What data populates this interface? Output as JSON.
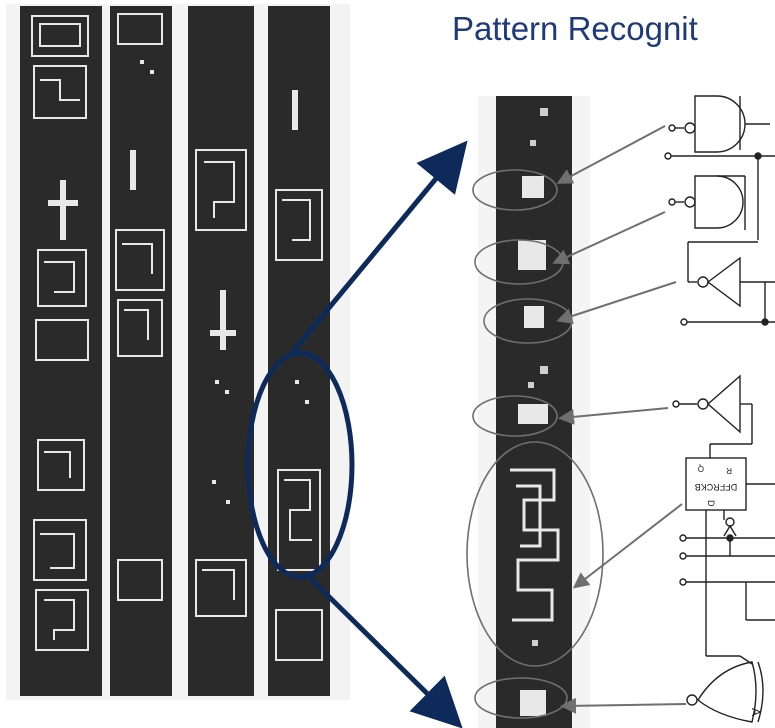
{
  "header": {
    "title": "Pattern Recognit"
  },
  "colors": {
    "title": "#1f3a7a",
    "arrow": "#0e2a5a",
    "leader": "#6f6f6f",
    "die": "#2a2a2a",
    "trace": "#e8e8e8"
  },
  "zoom_regions": [
    {
      "label": "inverter-to-and"
    },
    {
      "label": "and-gate"
    },
    {
      "label": "inverter"
    },
    {
      "label": "inverter-2"
    },
    {
      "label": "flip-flop"
    },
    {
      "label": "xor-gate"
    }
  ],
  "flip_flop": {
    "text": "DFFRCKB",
    "pins": [
      "D",
      "R",
      "Q"
    ]
  },
  "xor_gate": {
    "text": "A"
  }
}
